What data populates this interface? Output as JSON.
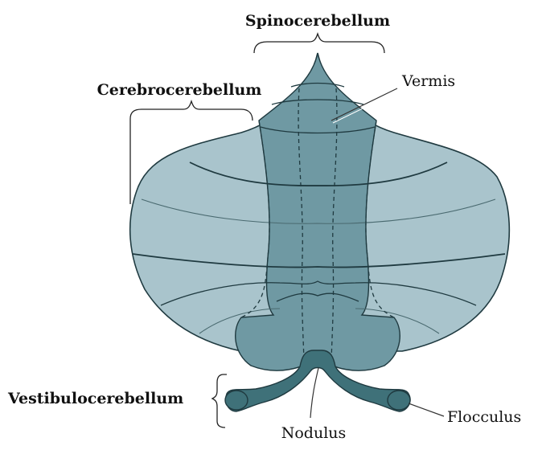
{
  "labels": {
    "spinocerebellum": "Spinocerebellum",
    "cerebrocerebellum": "Cerebrocerebellum",
    "vermis": "Vermis",
    "vestibulocerebellum": "Vestibulocerebellum",
    "nodulus": "Nodulus",
    "flocculus": "Flocculus"
  },
  "colors": {
    "hemisphere_fill": "#a9c4cc",
    "vermis_fill": "#6f99a3",
    "flocculonodular_fill": "#3f7179",
    "outline": "#1f3a40",
    "leader_line": "#333333"
  }
}
